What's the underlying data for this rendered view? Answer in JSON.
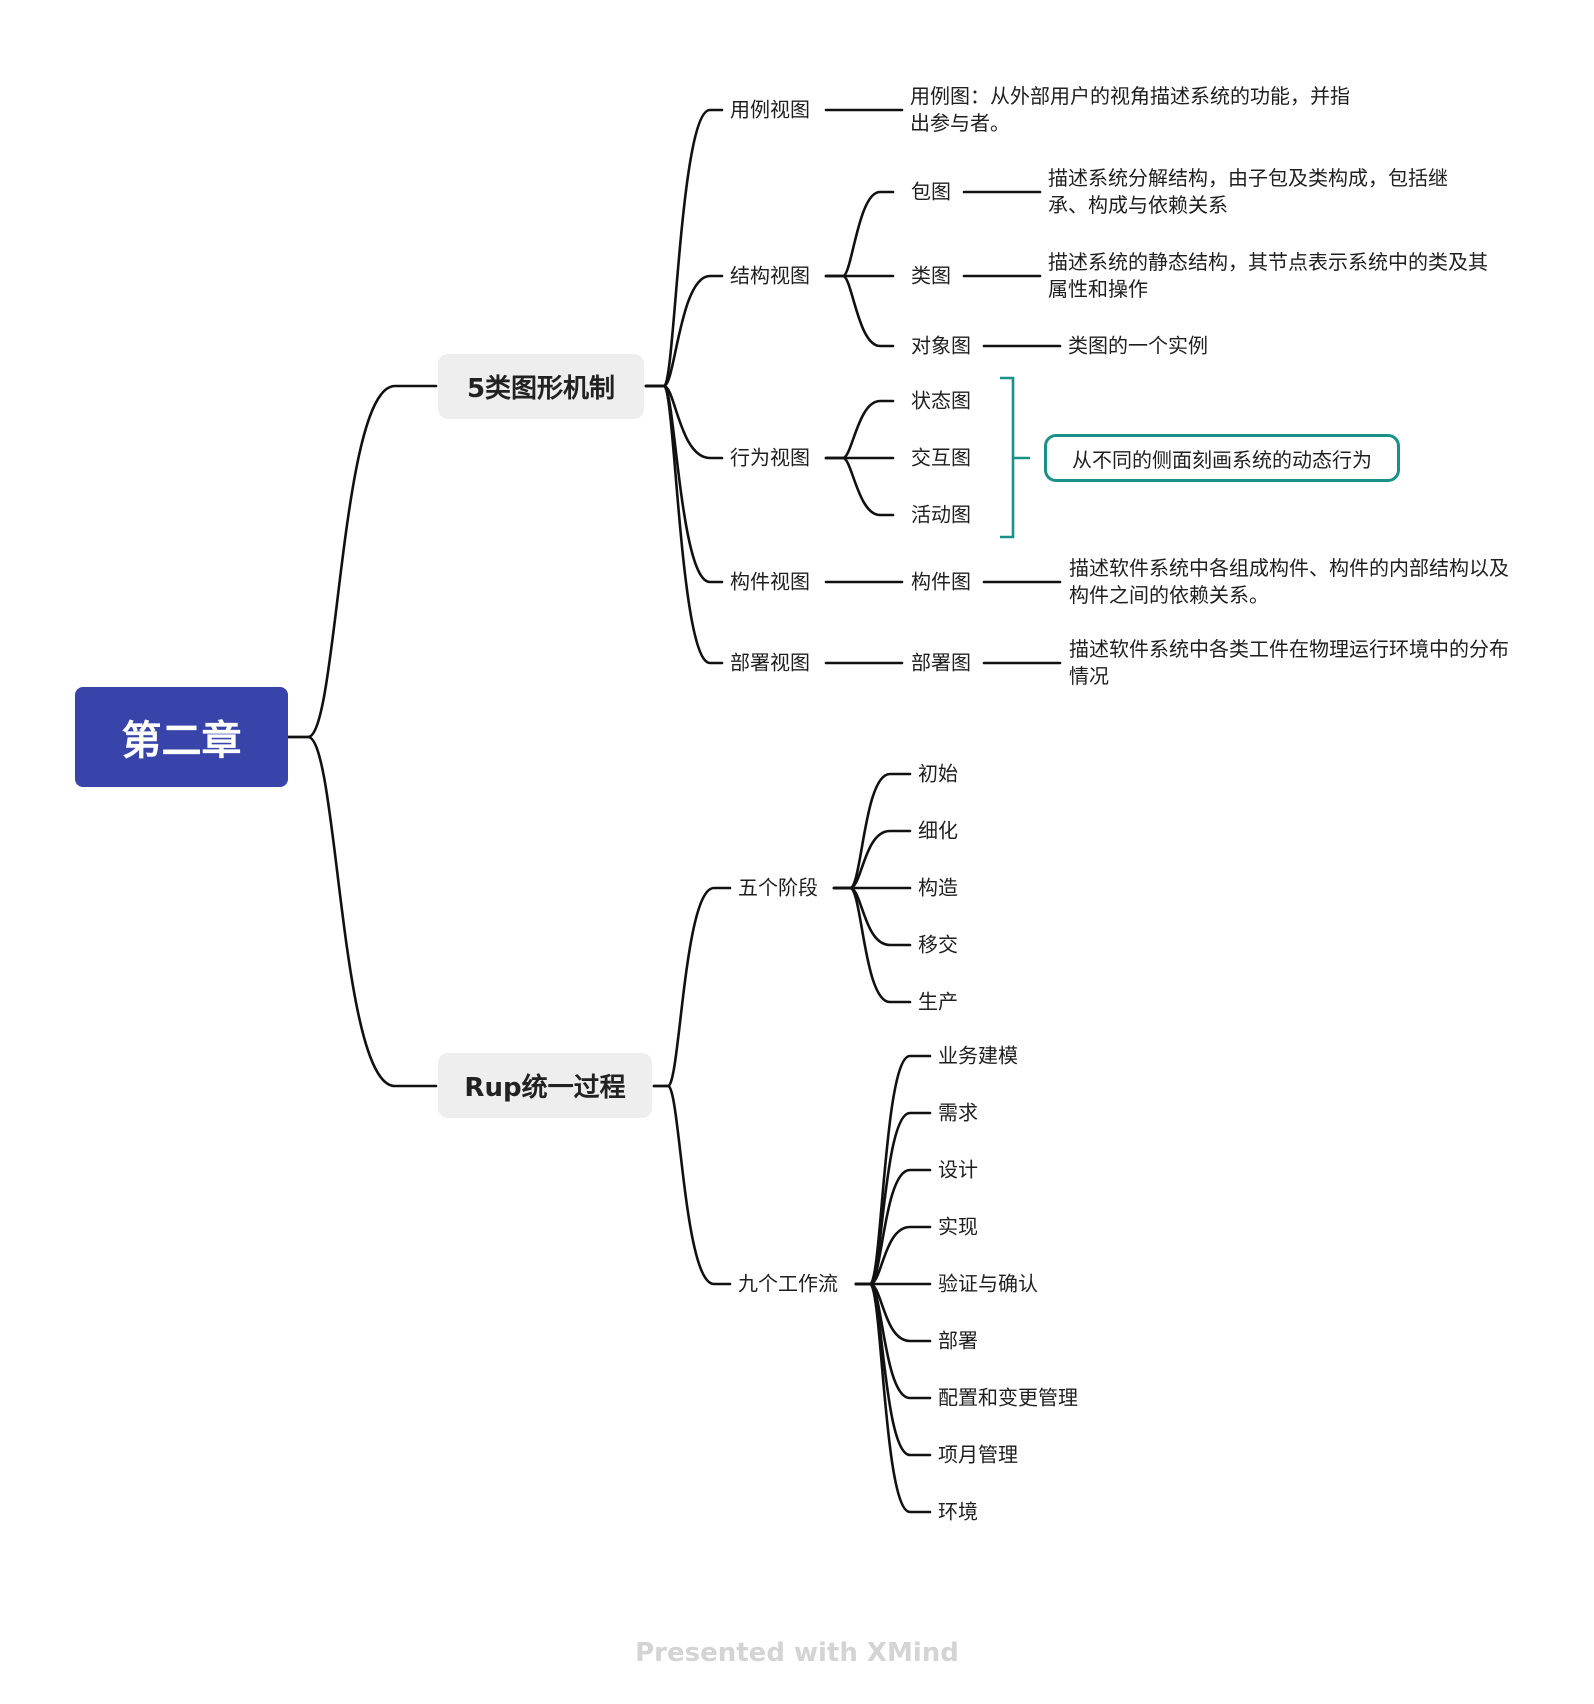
{
  "root": "第二章",
  "branch1": {
    "label": "5类图形机制",
    "use_case": {
      "label": "用例视图",
      "desc": "用例图：从外部用户的视角描述系统的功能，并指出参与者。"
    },
    "structure": {
      "label": "结构视图",
      "package": {
        "label": "包图",
        "desc": "描述系统分解结构，由子包及类构成，包括继承、构成与依赖关系"
      },
      "class": {
        "label": "类图",
        "desc": "描述系统的静态结构，其节点表示系统中的类及其属性和操作"
      },
      "object": {
        "label": "对象图",
        "desc": "类图的一个实例"
      }
    },
    "behavior": {
      "label": "行为视图",
      "items": [
        "状态图",
        "交互图",
        "活动图"
      ],
      "summary": "从不同的侧面刻画系统的动态行为"
    },
    "component": {
      "label": "构件视图",
      "child": "构件图",
      "desc": "描述软件系统中各组成构件、构件的内部结构以及构件之间的依赖关系。"
    },
    "deployment": {
      "label": "部署视图",
      "child": "部署图",
      "desc": "描述软件系统中各类工件在物理运行环境中的分布情况"
    }
  },
  "branch2": {
    "label": "Rup统一过程",
    "phases": {
      "label": "五个阶段",
      "items": [
        "初始",
        "细化",
        "构造",
        "移交",
        "生产"
      ]
    },
    "workflows": {
      "label": "九个工作流",
      "items": [
        "业务建模",
        "需求",
        "设计",
        "实现",
        "验证与确认",
        "部署",
        "配置和变更管理",
        "项月管理",
        "环境"
      ]
    }
  },
  "footer": "Presented with XMind",
  "colors": {
    "root_bg": "#3844aa",
    "branch_bg": "#eeeeee",
    "callout_border": "#1a9188",
    "line": "#111111"
  }
}
